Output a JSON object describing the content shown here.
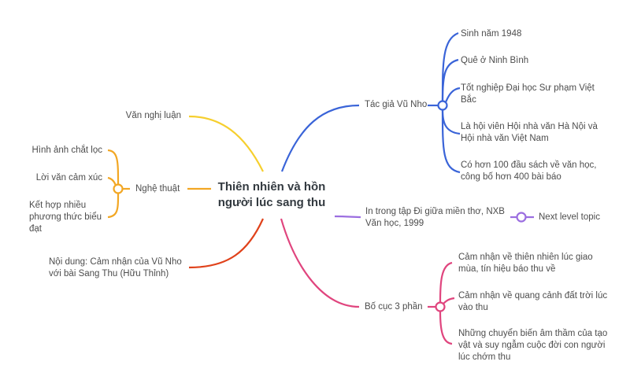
{
  "central": {
    "line1": "Thiên nhiên và hồn",
    "line2": "người lúc sang thu"
  },
  "colors": {
    "blue": "#3a64d8",
    "yellow": "#f6cf2e",
    "orange": "#f2a724",
    "red": "#e0421b",
    "purple": "#9b6ee0",
    "pink": "#e0457e"
  },
  "branches": {
    "author": {
      "label": "Tác giả Vũ Nho",
      "children": [
        "Sinh năm 1948",
        "Quê ở Ninh Bình",
        "Tốt nghiệp Đại học Sư phạm Việt Bắc",
        "Là hội viên Hội nhà văn Hà Nội và Hội nhà văn Việt Nam",
        "Có hơn 100 đầu sách về văn học, công bố hơn 400 bài báo"
      ]
    },
    "published": {
      "label": "In trong tập Đi giữa miền thơ, NXB Văn học, 1999",
      "child": "Next level topic"
    },
    "structure": {
      "label": "Bố cục 3 phần",
      "children": [
        "Cảm nhận về thiên nhiên lúc giao mùa, tín hiệu báo thu về",
        "Cảm nhận về quang cảnh đất trời lúc vào thu",
        "Những chuyển biến âm thầm của tạo vật và suy ngẫm cuộc đời con người lúc chớm thu"
      ]
    },
    "genre": {
      "label": "Văn nghị luận"
    },
    "art": {
      "label": "Nghệ thuật",
      "children": [
        "Hình ảnh chắt lọc",
        "Lời văn cảm xúc",
        "Kết hợp nhiều phương thức biểu đạt"
      ]
    },
    "content": {
      "label": "Nội dung: Cảm nhận của Vũ Nho với bài Sang Thu (Hữu Thỉnh)"
    }
  }
}
